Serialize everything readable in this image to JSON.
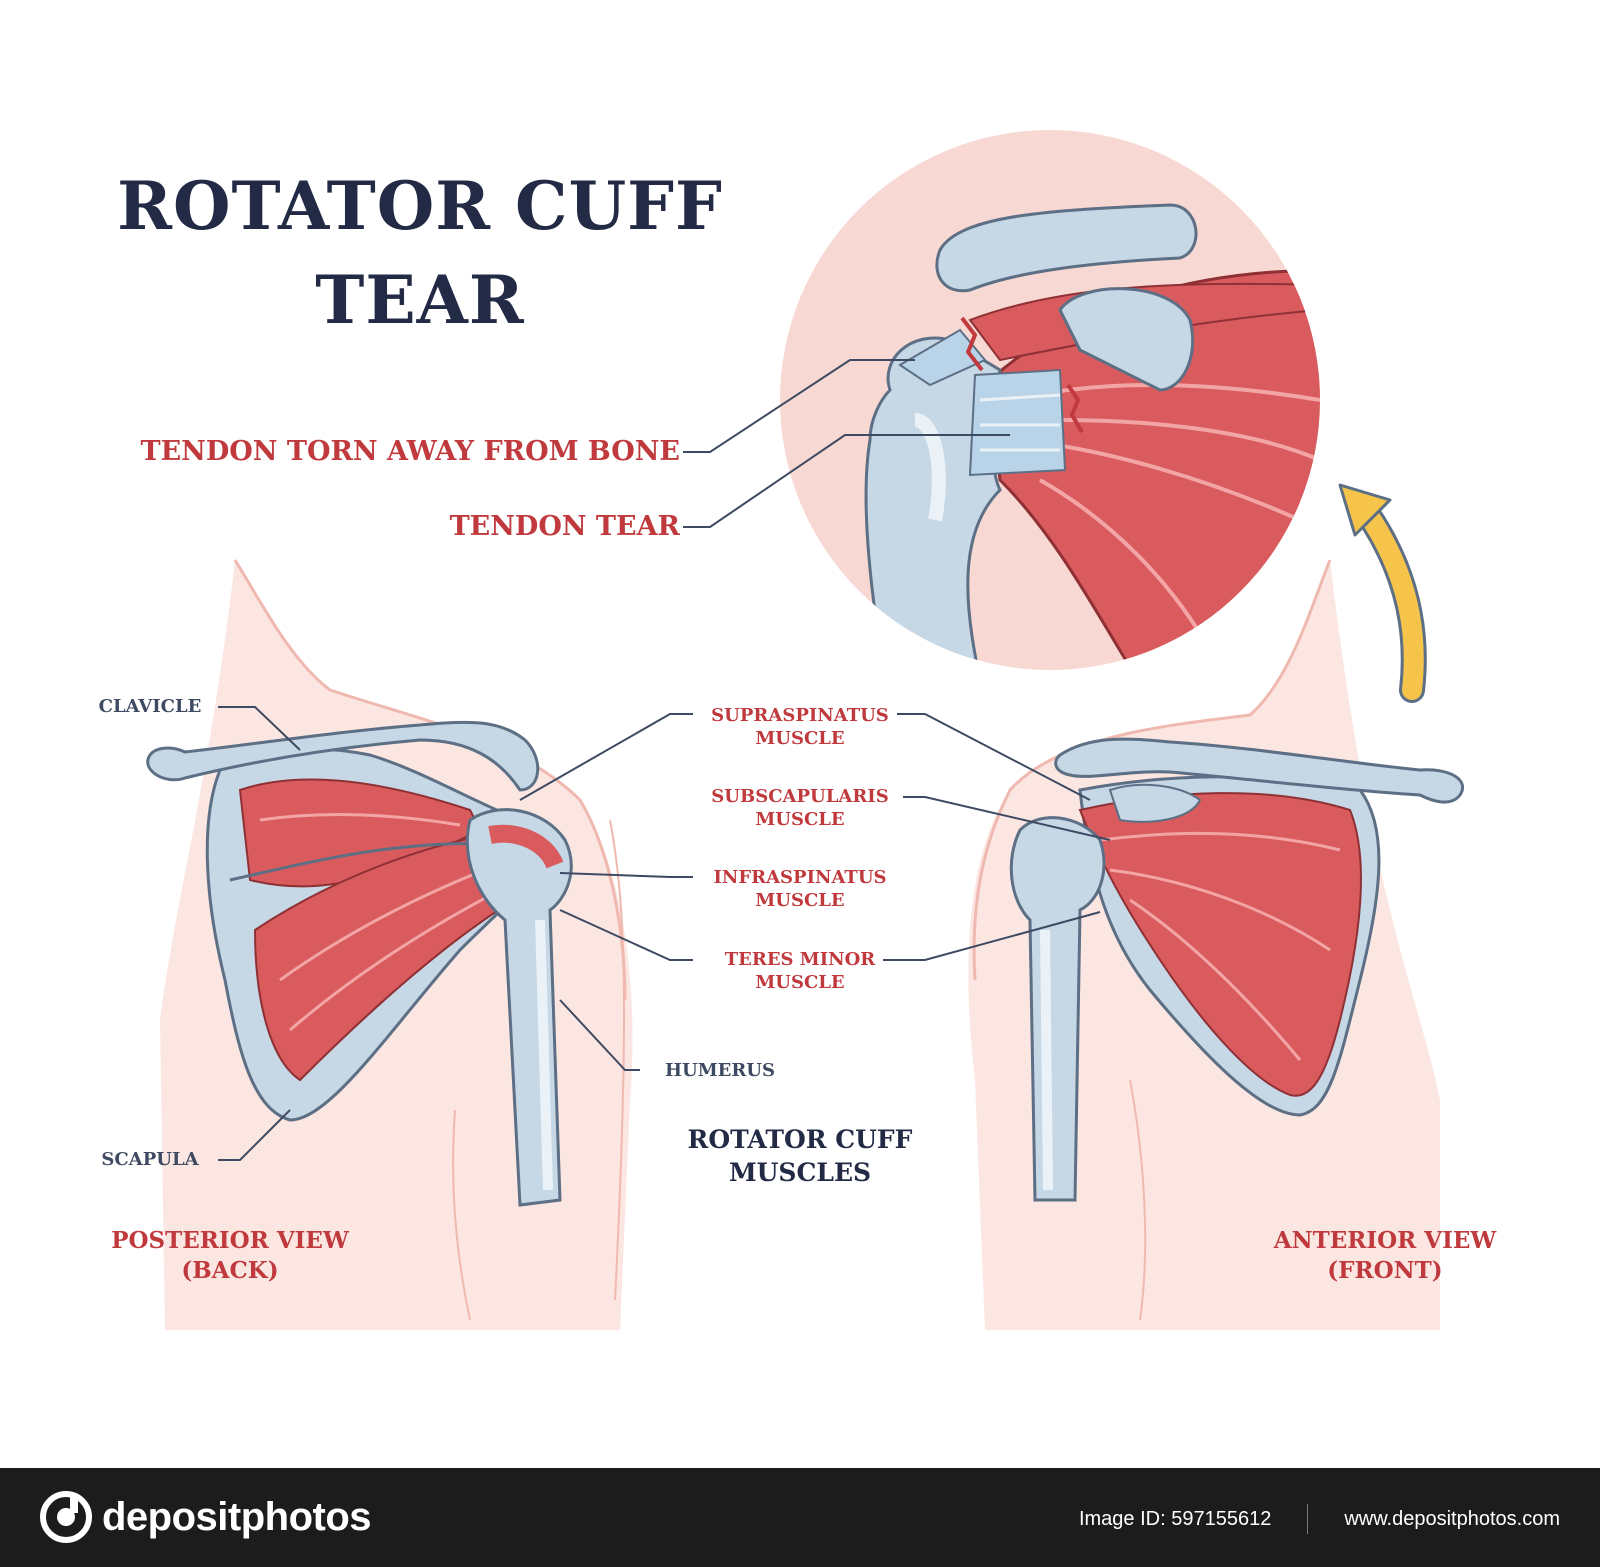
{
  "title": {
    "line1": "ROTATOR CUFF",
    "line2": "TEAR"
  },
  "callouts": {
    "tendon_torn_away": "TENDON TORN AWAY FROM BONE",
    "tendon_tear": "TENDON TEAR"
  },
  "labels": {
    "clavicle": "CLAVICLE",
    "scapula": "SCAPULA",
    "humerus": "HUMERUS"
  },
  "muscles": [
    {
      "line1": "SUPRASPINATUS",
      "line2": "MUSCLE"
    },
    {
      "line1": "SUBSCAPULARIS",
      "line2": "MUSCLE"
    },
    {
      "line1": "INFRASPINATUS",
      "line2": "MUSCLE"
    },
    {
      "line1": "TERES MINOR",
      "line2": "MUSCLE"
    }
  ],
  "group_label": {
    "line1": "ROTATOR CUFF",
    "line2": "MUSCLES"
  },
  "views": {
    "posterior": {
      "line1": "POSTERIOR VIEW",
      "line2": "(BACK)"
    },
    "anterior": {
      "line1": "ANTERIOR VIEW",
      "line2": "(FRONT)"
    }
  },
  "footer": {
    "brand": "depositphotos",
    "image_id": "Image ID: 597155612",
    "url": "www.depositphotos.com"
  },
  "colors": {
    "muscle": "#d95b5e",
    "bone": "#c6d7e6",
    "skin": "#f7d8d2",
    "label_red": "#c0393d",
    "label_navy": "#3e4a62",
    "arrow": "#f6c44a"
  }
}
